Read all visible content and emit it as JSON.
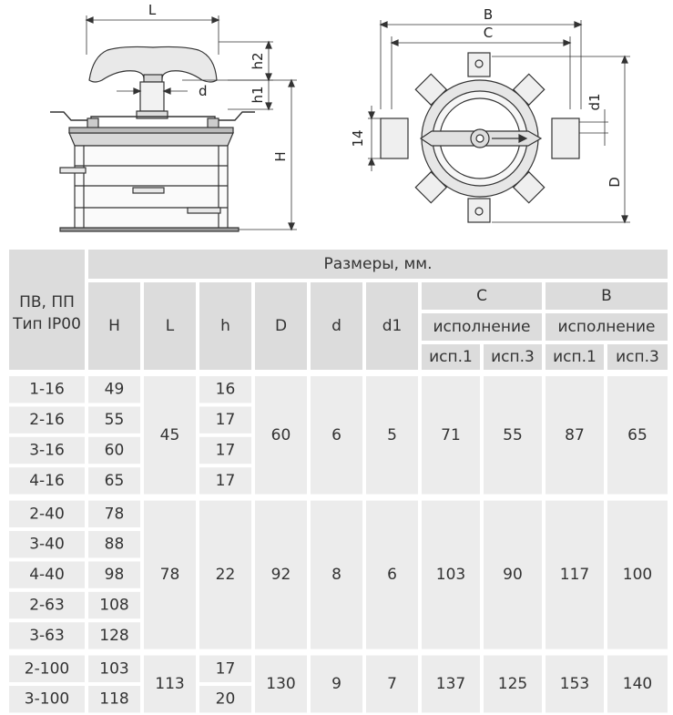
{
  "drawings": {
    "side_view": {
      "labels": {
        "L": "L",
        "h2": "h2",
        "d": "d",
        "h1": "h1",
        "H": "H"
      }
    },
    "top_view": {
      "labels": {
        "B": "B",
        "C": "C",
        "d1": "d1",
        "D": "D",
        "dim14": "14"
      }
    }
  },
  "table": {
    "row_header": "ПВ, ПП\nТип IP00",
    "group_header": "Размеры, мм.",
    "columns": [
      "H",
      "L",
      "h",
      "D",
      "d",
      "d1"
    ],
    "c_header": "C",
    "b_header": "B",
    "variant_label": "исполнение",
    "variants": [
      "исп.1",
      "исп.3"
    ],
    "groups": [
      {
        "rows": [
          {
            "type": "1-16",
            "H": "49",
            "h": "16"
          },
          {
            "type": "2-16",
            "H": "55",
            "h": "17"
          },
          {
            "type": "3-16",
            "H": "60",
            "h": "17"
          },
          {
            "type": "4-16",
            "H": "65",
            "h": "17"
          }
        ],
        "L": "45",
        "h": null,
        "D": "60",
        "d": "6",
        "d1": "5",
        "C1": "71",
        "C3": "55",
        "B1": "87",
        "B3": "65"
      },
      {
        "rows": [
          {
            "type": "2-40",
            "H": "78"
          },
          {
            "type": "3-40",
            "H": "88"
          },
          {
            "type": "4-40",
            "H": "98"
          },
          {
            "type": "2-63",
            "H": "108"
          },
          {
            "type": "3-63",
            "H": "128"
          }
        ],
        "L": "78",
        "h": "22",
        "D": "92",
        "d": "8",
        "d1": "6",
        "C1": "103",
        "C3": "90",
        "B1": "117",
        "B3": "100"
      },
      {
        "rows": [
          {
            "type": "2-100",
            "H": "103",
            "h": "17"
          },
          {
            "type": "3-100",
            "H": "118",
            "h": "20"
          }
        ],
        "L": "113",
        "h": null,
        "D": "130",
        "d": "9",
        "d1": "7",
        "C1": "137",
        "C3": "125",
        "B1": "153",
        "B3": "140"
      }
    ]
  }
}
